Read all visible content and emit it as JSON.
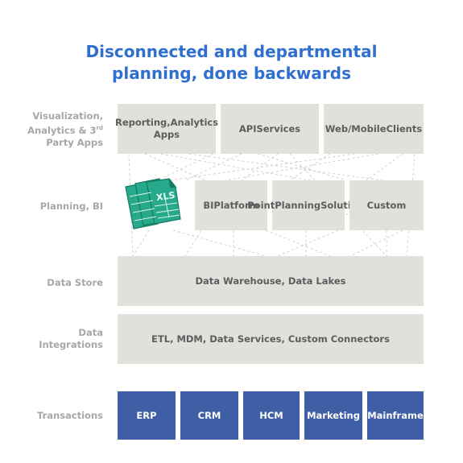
{
  "title": {
    "line1": "Disconnected and departmental",
    "line2": "planning, done backwards"
  },
  "rows": {
    "apps": {
      "label": "Visualization, Analytics & 3rd Party Apps",
      "label_line1": "Visualization,",
      "label_line2": "Analytics & 3",
      "label_sup": "rd",
      "label_line3": "Party Apps"
    },
    "planning": {
      "label": "Planning, BI"
    },
    "datastore": {
      "label": "Data Store"
    },
    "integrations": {
      "label": "Data Integrations",
      "label_line1": "Data",
      "label_line2": "Integrations"
    },
    "transactions": {
      "label": "Transactions"
    }
  },
  "apps_boxes": [
    {
      "line1": "Reporting,",
      "line2": "Analytics Apps"
    },
    {
      "line1": "API",
      "line2": "Services"
    },
    {
      "line1": "Web/Mobile",
      "line2": "Clients"
    }
  ],
  "planning_boxes": [
    {
      "line1": "BI",
      "line2": "Platform"
    },
    {
      "line1": "Point",
      "line2": "Planning",
      "line3": "Solutions"
    },
    {
      "line1": "Custom"
    }
  ],
  "spreadsheet_icon": {
    "icon": "spreadsheet-icon",
    "text": "XLS",
    "color": "#27a98c"
  },
  "datastore_box": "Data Warehouse, Data Lakes",
  "integrations_box": "ETL, MDM, Data Services, Custom Connectors",
  "transaction_boxes": [
    "ERP",
    "CRM",
    "HCM",
    "Marketing",
    "Mainframe"
  ],
  "colors": {
    "title": "#2f6fd0",
    "label": "#a5a8a8",
    "box": "#e1e1dc",
    "box_text": "#5b5e5e",
    "transaction": "#3e5fa5",
    "connector": "#d2d2cc"
  }
}
